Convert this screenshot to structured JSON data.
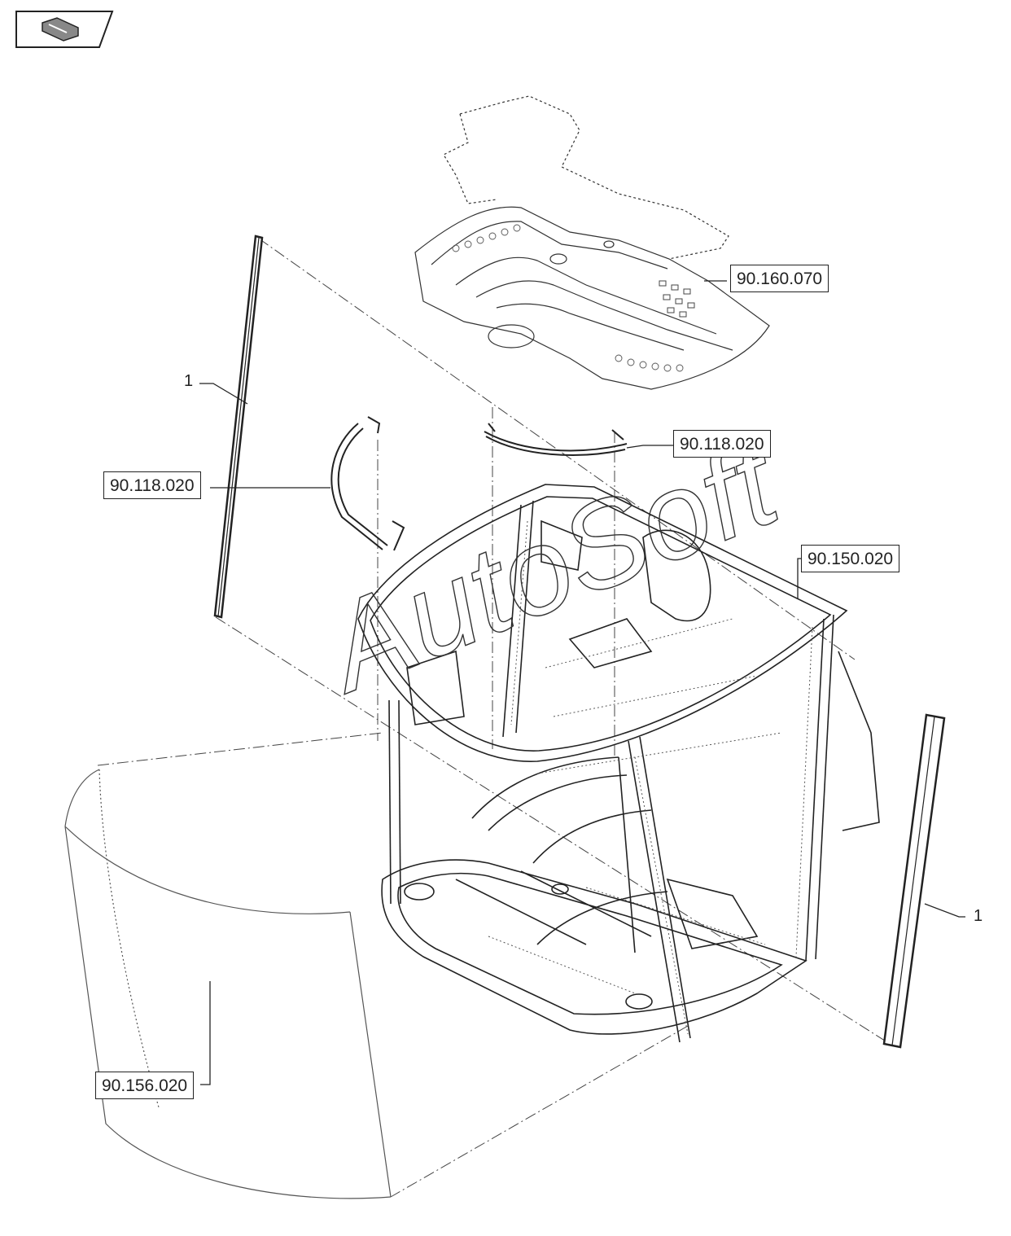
{
  "nav": {
    "icon": "back-arrow-icon"
  },
  "references": [
    {
      "id": "ref-roof-panel",
      "label": "90.160.070"
    },
    {
      "id": "ref-arc-right",
      "label": "90.118.020"
    },
    {
      "id": "ref-arc-left",
      "label": "90.118.020"
    },
    {
      "id": "ref-cab-frame",
      "label": "90.150.020"
    },
    {
      "id": "ref-windshield",
      "label": "90.156.020"
    }
  ],
  "items": [
    {
      "id": "item-left-strip",
      "label": "1"
    },
    {
      "id": "item-right-strip",
      "label": "1"
    }
  ],
  "watermark": {
    "text": "AutoSoft"
  },
  "colors": {
    "line": "#222222",
    "light": "#888888",
    "background": "#ffffff"
  }
}
